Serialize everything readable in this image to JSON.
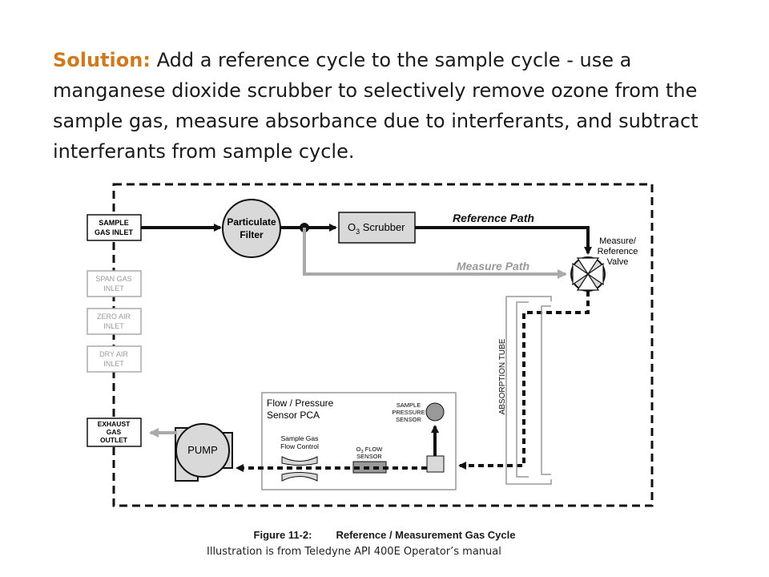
{
  "slide": {
    "lead": "Solution:",
    "text": "Add a reference cycle to the sample cycle - use a manganese dioxide scrubber to selectively remove ozone from the sample gas, measure absorbance due to interferants, and subtract interferants from sample cycle.",
    "credit": "Illustration is from Teledyne API 400E Operator’s manual"
  },
  "diagram": {
    "inlets": {
      "sample": [
        "SAMPLE",
        "GAS INLET"
      ],
      "span": [
        "SPAN GAS",
        "INLET"
      ],
      "zero": [
        "ZERO AIR",
        "INLET"
      ],
      "dry": [
        "DRY AIR",
        "INLET"
      ],
      "exhaust": [
        "EXHAUST",
        "GAS",
        "OUTLET"
      ]
    },
    "particulate_filter": [
      "Particulate",
      "Filter"
    ],
    "scrubber": {
      "o": "O",
      "sub": "3",
      "rest": " Scrubber"
    },
    "reference_path": "Reference Path",
    "measure_path": "Measure Path",
    "valve": [
      "Measure/",
      "Reference",
      "Valve"
    ],
    "absorption_tube": "ABSORPTION TUBE",
    "sensor_pca": [
      "Flow / Pressure",
      "Sensor PCA"
    ],
    "pressure_sensor": [
      "SAMPLE",
      "PRESSURE",
      "SENSOR"
    ],
    "flow_control": [
      "Sample Gas",
      "Flow Control"
    ],
    "flow_sensor": {
      "o": "O",
      "sub": "3",
      "rest": " FLOW",
      "line2": "SENSOR"
    },
    "pump": "PUMP",
    "figure_number": "Figure 11-2:",
    "figure_title": "Reference / Measurement Gas Cycle"
  },
  "colors": {
    "lead": "#cf7a1e",
    "black_path": "#111111",
    "measure_path": "#aaaaaa",
    "component_fill": "#d9d9d9"
  }
}
